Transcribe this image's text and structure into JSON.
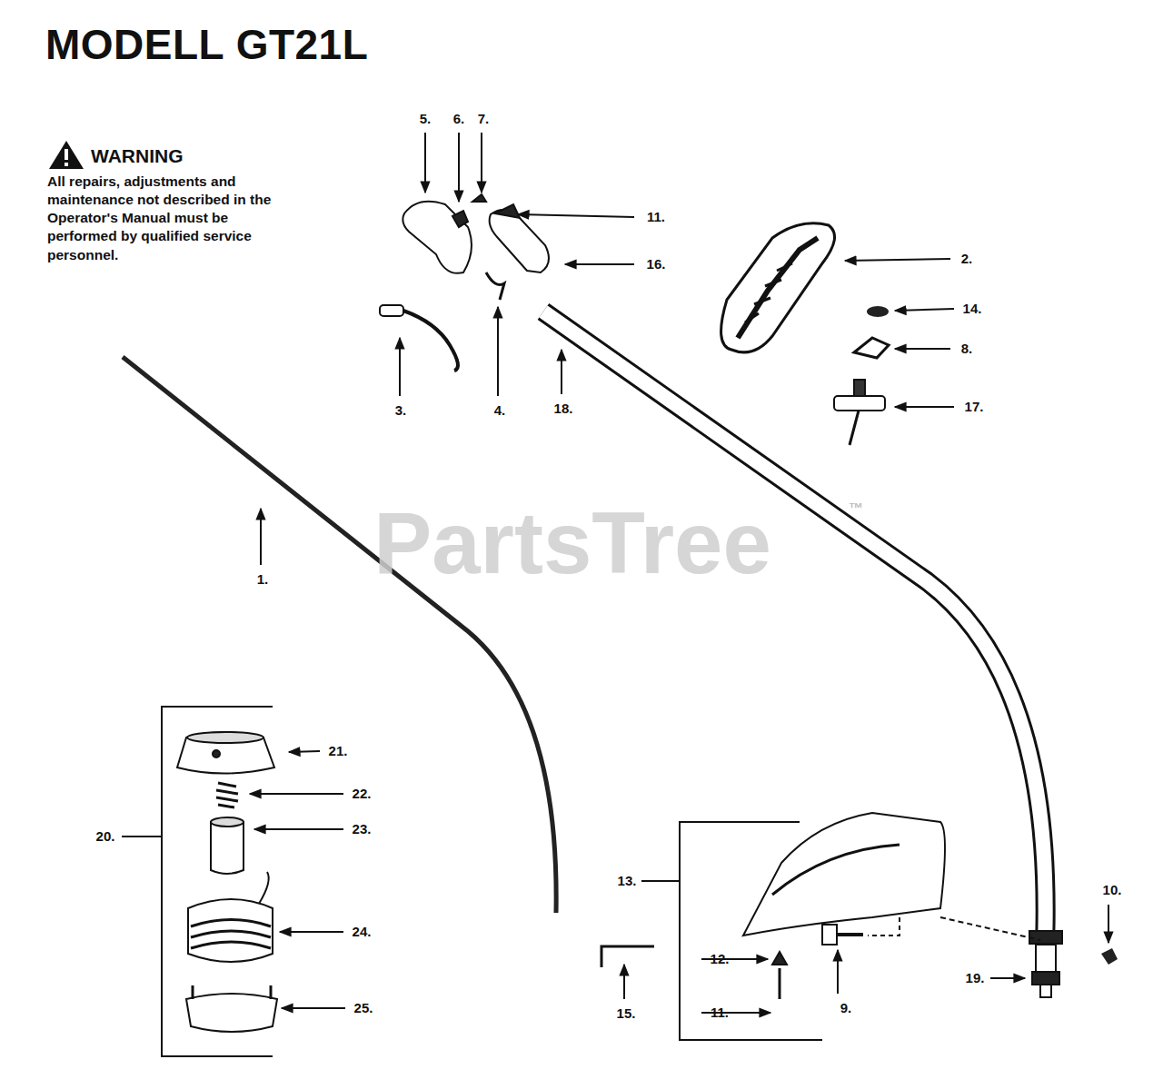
{
  "diagram": {
    "title": "MODELL GT21L",
    "labels": [
      "WARNING",
      "All repairs, adjustments and maintenance not described in the Operator's Manual must be performed by qualified service personnel.",
      "5.",
      "6.",
      "7.",
      "11.",
      "16.",
      "2.",
      "14.",
      "8.",
      "17.",
      "3.",
      "4.",
      "18.",
      "1.",
      "PartsTree",
      "™",
      "21.",
      "22.",
      "20.",
      "23.",
      "24.",
      "25.",
      "13.",
      "10.",
      "12.",
      "9.",
      "19.",
      "15.",
      "11."
    ]
  }
}
